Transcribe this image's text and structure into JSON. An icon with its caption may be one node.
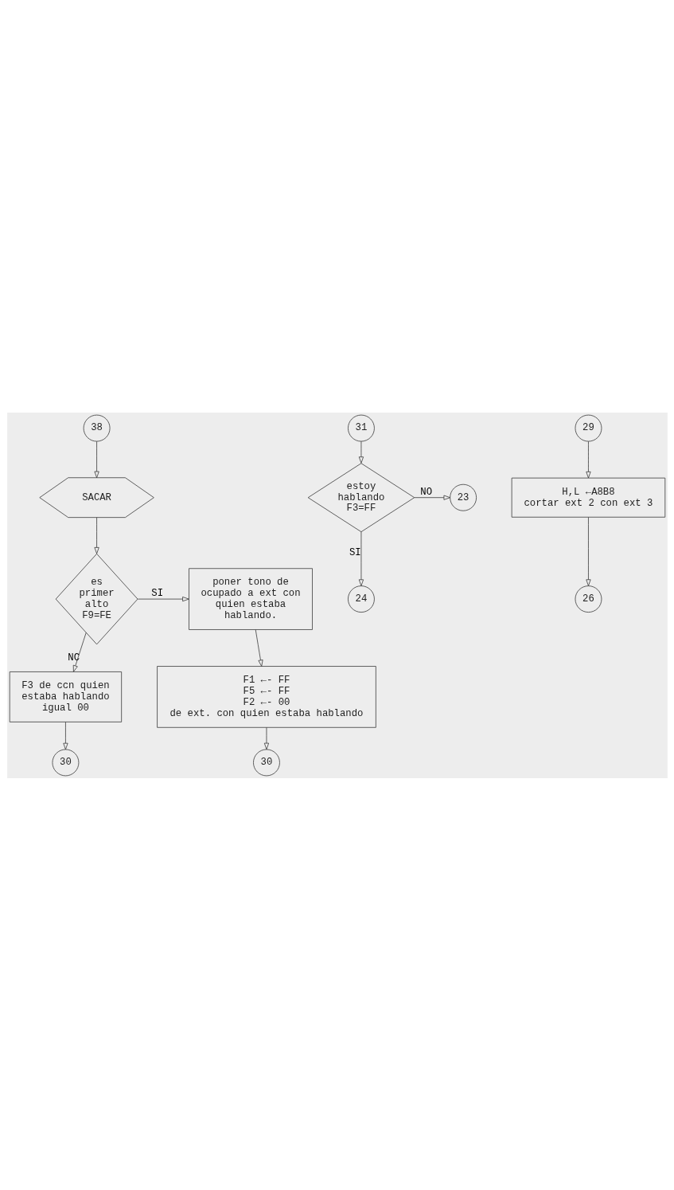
{
  "diagram": {
    "nodes": [
      {
        "text": [
          "38"
        ]
      },
      {
        "text": [
          "SACAR"
        ]
      },
      {
        "text": [
          "es primer alto F9=FE"
        ]
      },
      {
        "text": [
          "poner tono de ocupado a ext con quien estaba hablando."
        ]
      },
      {
        "text": [
          "F3 de ccn quien estaba hablando igual 00"
        ]
      },
      {
        "text": [
          "F1 ←- FF",
          "F5 ←- FF",
          "F2 ←- 00",
          "de ext. con quien estaba hablando"
        ]
      },
      {
        "text": [
          "30"
        ]
      },
      {
        "text": [
          "30"
        ]
      },
      {
        "text": [
          "31"
        ]
      },
      {
        "text": [
          "estoy hablando F3=FF"
        ]
      },
      {
        "text": [
          "23"
        ]
      },
      {
        "text": [
          "24"
        ]
      },
      {
        "text": [
          "29"
        ]
      },
      {
        "text": [
          "H,L ←A8B8",
          "cortar ext 2 con ext 3"
        ]
      },
      {
        "text": [
          "26"
        ]
      }
    ],
    "edges": [
      {
        "from": 0,
        "to": 1,
        "arrow": "to"
      },
      {
        "from": 1,
        "to": 2,
        "arrow": "to"
      },
      {
        "from": 2,
        "to": 3,
        "arrow": "to",
        "label": "SI"
      },
      {
        "from": 2,
        "to": 4,
        "arrow": "to",
        "label": "NC"
      },
      {
        "from": 3,
        "to": 5,
        "arrow": "to"
      },
      {
        "from": 4,
        "to": 6,
        "arrow": "to"
      },
      {
        "from": 5,
        "to": 7,
        "arrow": "to"
      },
      {
        "from": 8,
        "to": 9,
        "arrow": "to"
      },
      {
        "from": 9,
        "to": 10,
        "arrow": "to",
        "label": "NO"
      },
      {
        "from": 9,
        "to": 11,
        "arrow": "to",
        "label": "SI"
      },
      {
        "from": 12,
        "to": 13,
        "arrow": "to"
      },
      {
        "from": 13,
        "to": 14,
        "arrow": "to"
      }
    ]
  }
}
